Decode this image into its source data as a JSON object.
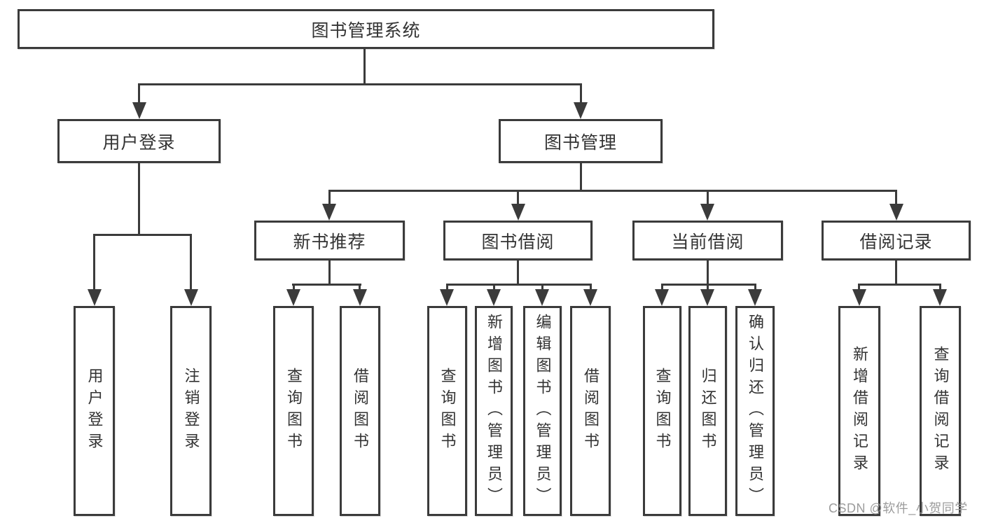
{
  "diagram": {
    "type": "hierarchy-tree",
    "root": "图书管理系统",
    "level2": {
      "user_login": "用户登录",
      "book_mgmt": "图书管理"
    },
    "level3": {
      "new_books": "新书推荐",
      "book_borrow": "图书借阅",
      "current_borrow": "当前借阅",
      "borrow_records": "借阅记录"
    },
    "leaves": {
      "user_login": [
        "用户登录",
        "注销登录"
      ],
      "new_books": [
        "查询图书",
        "借阅图书"
      ],
      "book_borrow": [
        "查询图书",
        "新增图书（管理员）",
        "编辑图书（管理员）",
        "借阅图书"
      ],
      "current_borrow": [
        "查询图书",
        "归还图书",
        "确认归还（管理员）"
      ],
      "borrow_records": [
        "新增借阅记录",
        "查询借阅记录"
      ]
    },
    "watermark": "CSDN @软件_小贺同学",
    "colors": {
      "line": "#3b3b3b",
      "text": "#333333",
      "watermark": "#9c9c9c",
      "background": "#ffffff"
    }
  }
}
